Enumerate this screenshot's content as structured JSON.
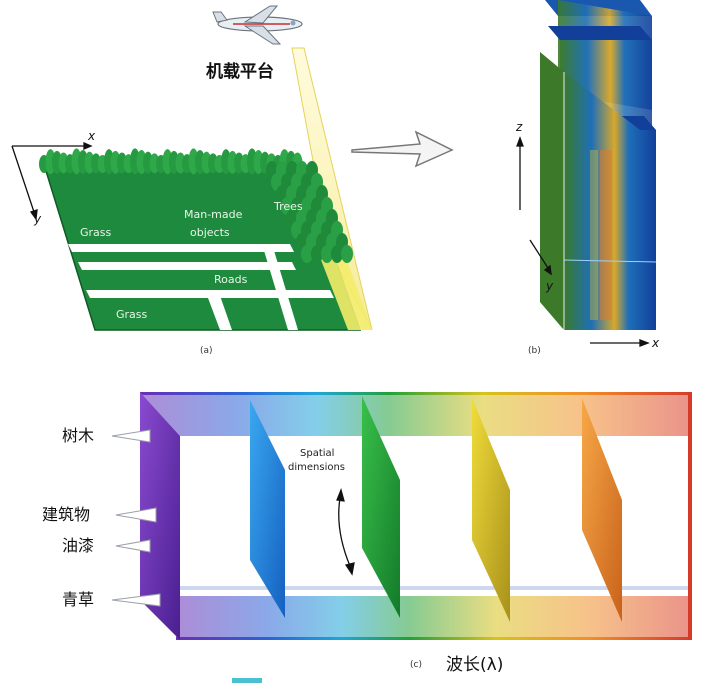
{
  "panel_a": {
    "platform_label": "机载平台",
    "axis_x": "x",
    "axis_y": "y",
    "region_grass_top": "Grass",
    "region_manmade_line1": "Man-made",
    "region_manmade_line2": "objects",
    "region_trees": "Trees",
    "region_roads": "Roads",
    "region_grass_bottom": "Grass",
    "caption": "(a)"
  },
  "panel_b": {
    "axis_x": "x",
    "axis_y": "y",
    "axis_z": "z",
    "caption": "(b)"
  },
  "panel_c": {
    "label_trees": "树木",
    "label_buildings": "建筑物",
    "label_paint": "油漆",
    "label_grass": "青草",
    "spatial_line1": "Spatial",
    "spatial_line2": "dimensions",
    "caption": "(c)",
    "axis_label": "波长(λ)"
  },
  "colors": {
    "ground_green": "#1e8a3e",
    "road_white": "#ffffff",
    "beam_yellow": "#f3e98a",
    "band_violet": "#6a2fb5",
    "band_blue": "#1f8fe0",
    "band_green": "#22a03a",
    "band_yellow": "#d8c21c",
    "band_orange": "#f0902a",
    "band_red": "#d83a2a"
  }
}
